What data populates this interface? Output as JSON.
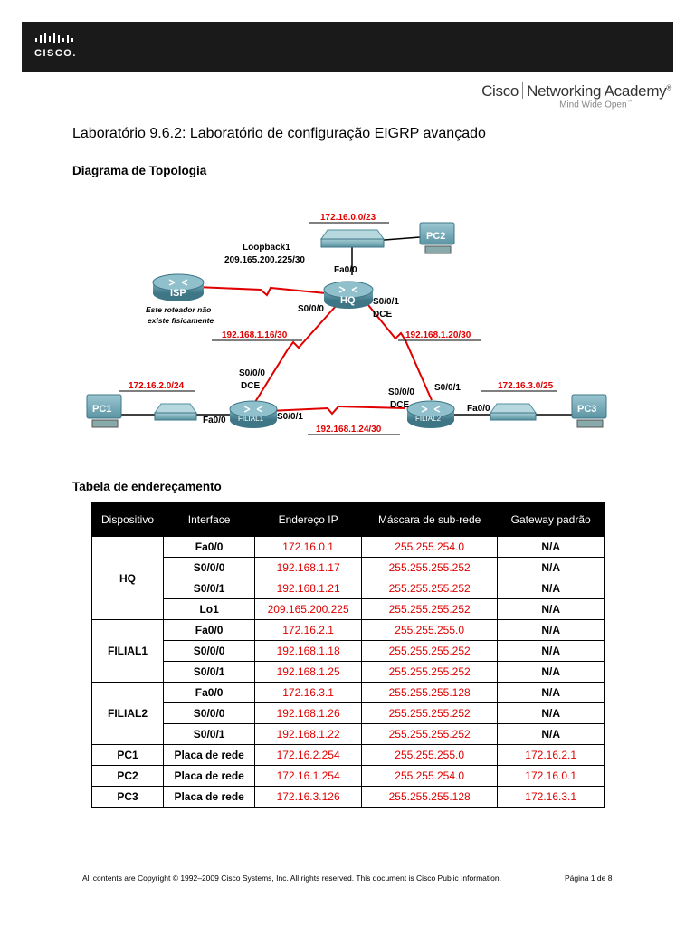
{
  "header": {
    "logo_text": "CISCO.",
    "academy_name_left": "Cisco",
    "academy_name_right": "Networking Academy",
    "academy_mark": "®",
    "academy_tagline": "Mind Wide Open",
    "tagline_mark": "™"
  },
  "document": {
    "title": "Laboratório 9.6.2: Laboratório de configuração EIGRP avançado",
    "topology_heading": "Diagrama de Topologia",
    "table_heading": "Tabela de endereçamento"
  },
  "topology": {
    "net_hq_lan": "172.16.0.0/23",
    "net_f1_lan": "172.16.2.0/24",
    "net_f2_lan": "172.16.3.0/25",
    "net_hq_f1": "192.168.1.16/30",
    "net_hq_f2": "192.168.1.20/30",
    "net_f1_f2": "192.168.1.24/30",
    "loopback_name": "Loopback1",
    "loopback_ip": "209.165.200.225/30",
    "isp_label": "ISP",
    "isp_note_1": "Este roteador não",
    "isp_note_2": "existe fisicamente",
    "hq_label": "HQ",
    "filial1_label": "FILIAL1",
    "filial2_label": "FILIAL2",
    "pc1_label": "PC1",
    "pc2_label": "PC2",
    "pc3_label": "PC3",
    "hq_fa00": "Fa0/0",
    "hq_s000": "S0/0/0",
    "hq_s001": "S0/0/1",
    "hq_dce": "DCE",
    "f1_s000": "S0/0/0",
    "f1_dce": "DCE",
    "f1_s001": "S0/0/1",
    "f1_fa00": "Fa0/0",
    "f2_s000": "S0/0/0",
    "f2_dce": "DCE",
    "f2_s001": "S0/0/1",
    "f2_fa00": "Fa0/0"
  },
  "address_table": {
    "headers": [
      "Dispositivo",
      "Interface",
      "Endereço IP",
      "Máscara de sub-rede",
      "Gateway padrão"
    ],
    "groups": [
      {
        "device": "HQ",
        "rows": [
          {
            "iface": "Fa0/0",
            "ip": "172.16.0.1",
            "mask": "255.255.254.0",
            "gw": "N/A"
          },
          {
            "iface": "S0/0/0",
            "ip": "192.168.1.17",
            "mask": "255.255.255.252",
            "gw": "N/A"
          },
          {
            "iface": "S0/0/1",
            "ip": "192.168.1.21",
            "mask": "255.255.255.252",
            "gw": "N/A"
          },
          {
            "iface": "Lo1",
            "ip": "209.165.200.225",
            "mask": "255.255.255.252",
            "gw": "N/A"
          }
        ]
      },
      {
        "device": "FILIAL1",
        "rows": [
          {
            "iface": "Fa0/0",
            "ip": "172.16.2.1",
            "mask": "255.255.255.0",
            "gw": "N/A"
          },
          {
            "iface": "S0/0/0",
            "ip": "192.168.1.18",
            "mask": "255.255.255.252",
            "gw": "N/A"
          },
          {
            "iface": "S0/0/1",
            "ip": "192.168.1.25",
            "mask": "255.255.255.252",
            "gw": "N/A"
          }
        ]
      },
      {
        "device": "FILIAL2",
        "rows": [
          {
            "iface": "Fa0/0",
            "ip": "172.16.3.1",
            "mask": "255.255.255.128",
            "gw": "N/A"
          },
          {
            "iface": "S0/0/0",
            "ip": "192.168.1.26",
            "mask": "255.255.255.252",
            "gw": "N/A"
          },
          {
            "iface": "S0/0/1",
            "ip": "192.168.1.22",
            "mask": "255.255.255.252",
            "gw": "N/A"
          }
        ]
      },
      {
        "device": "PC1",
        "rows": [
          {
            "iface": "Placa de rede",
            "ip": "172.16.2.254",
            "mask": "255.255.255.0",
            "gw": "172.16.2.1"
          }
        ]
      },
      {
        "device": "PC2",
        "rows": [
          {
            "iface": "Placa de rede",
            "ip": "172.16.1.254",
            "mask": "255.255.254.0",
            "gw": "172.16.0.1"
          }
        ]
      },
      {
        "device": "PC3",
        "rows": [
          {
            "iface": "Placa de rede",
            "ip": "172.16.3.126",
            "mask": "255.255.255.128",
            "gw": "172.16.3.1"
          }
        ]
      }
    ]
  },
  "footer": {
    "copyright": "All contents are Copyright © 1992–2009 Cisco Systems, Inc. All rights reserved. This document is Cisco Public Information.",
    "page": "Página 1 de 8"
  },
  "colors": {
    "header_bg": "#1a1a1a",
    "address_red": "#e00000",
    "link_red": "#e00000",
    "device_teal": "#4f8f9e"
  }
}
